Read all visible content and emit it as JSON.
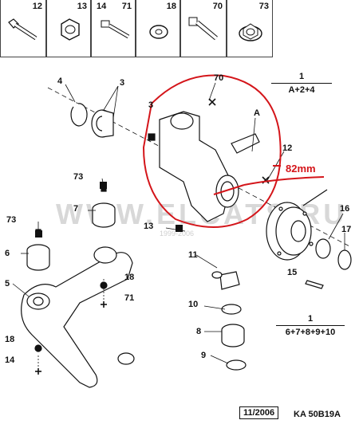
{
  "header": [
    "12",
    "13",
    "14",
    "71",
    "18",
    "70",
    "73"
  ],
  "callouts": [
    "4",
    "3",
    "3",
    "70",
    "A",
    "12",
    "16",
    "17",
    "15",
    "11",
    "10",
    "8",
    "9",
    "13",
    "73",
    "7",
    "73",
    "6",
    "5",
    "18",
    "71",
    "18",
    "14"
  ],
  "formulas": {
    "top": {
      "num": "1",
      "den": "A+2+4"
    },
    "bottom": {
      "num": "1",
      "den": "6+7+8+9+10"
    }
  },
  "measurement": "82mm",
  "watermark": "WWW.ELCATS.RU",
  "watermark_small": "1999-2006",
  "footer": {
    "date": "11/2006",
    "code": "KA 50B19A"
  },
  "colors": {
    "annotation": "#d4151a",
    "line": "#111111"
  }
}
